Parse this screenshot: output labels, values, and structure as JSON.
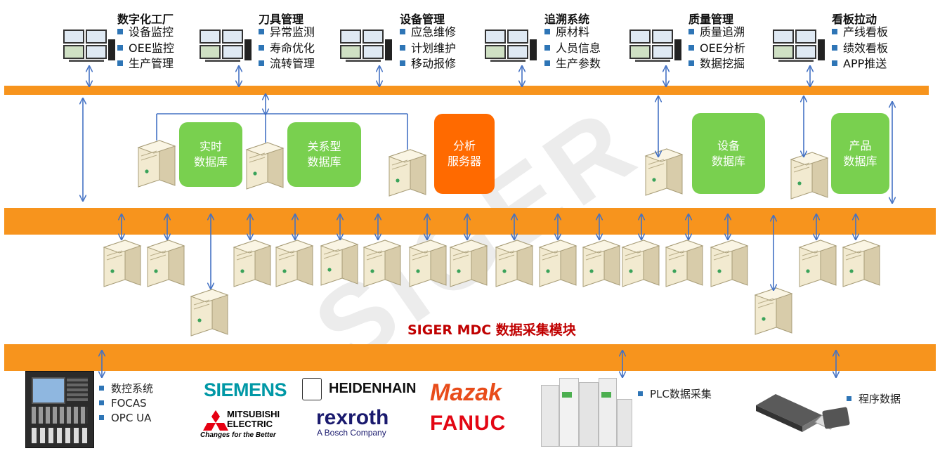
{
  "top_systems": [
    {
      "title": "数字化工厂",
      "items": [
        "设备监控",
        "OEE监控",
        "生产管理"
      ]
    },
    {
      "title": "刀具管理",
      "items": [
        "异常监测",
        "寿命优化",
        "流转管理"
      ]
    },
    {
      "title": "设备管理",
      "items": [
        "应急维修",
        "计划维护",
        "移动报修"
      ]
    },
    {
      "title": "追溯系统",
      "items": [
        "原材料",
        "人员信息",
        "生产参数"
      ]
    },
    {
      "title": "质量管理",
      "items": [
        "质量追溯",
        "OEE分析",
        "数据挖掘"
      ]
    },
    {
      "title": "看板拉动",
      "items": [
        "产线看板",
        "绩效看板",
        "APP推送"
      ]
    }
  ],
  "databases": [
    {
      "label": "实时\n数据库",
      "color": "#79d04f"
    },
    {
      "label": "关系型\n数据库",
      "color": "#79d04f"
    },
    {
      "label": "分析\n服务器",
      "color": "#ff6a00"
    },
    {
      "label": "设备\n数据库",
      "color": "#79d04f"
    },
    {
      "label": "产品\n数据库",
      "color": "#79d04f"
    }
  ],
  "module_label": "SIGER MDC 数据采集模块",
  "watermark": "SIGER",
  "bottom": {
    "cnc_items": [
      "数控系统",
      "FOCAS",
      "OPC UA"
    ],
    "brands": {
      "siemens": "SIEMENS",
      "heidenhain": "HEIDENHAIN",
      "mazak": "Mazak",
      "mitsubishi_line1": "MITSUBISHI",
      "mitsubishi_line2": "ELECTRIC",
      "mitsubishi_tagline": "Changes for the Better",
      "rexroth": "rexroth",
      "rexroth_sub": "A Bosch Company",
      "fanuc": "FANUC"
    },
    "plc_label": "PLC数据采集",
    "program_label": "程序数据"
  },
  "colors": {
    "band": "#f7941d",
    "arrow": "#4472c4",
    "bullet": "#2e75b6",
    "module_text": "#c00000"
  }
}
